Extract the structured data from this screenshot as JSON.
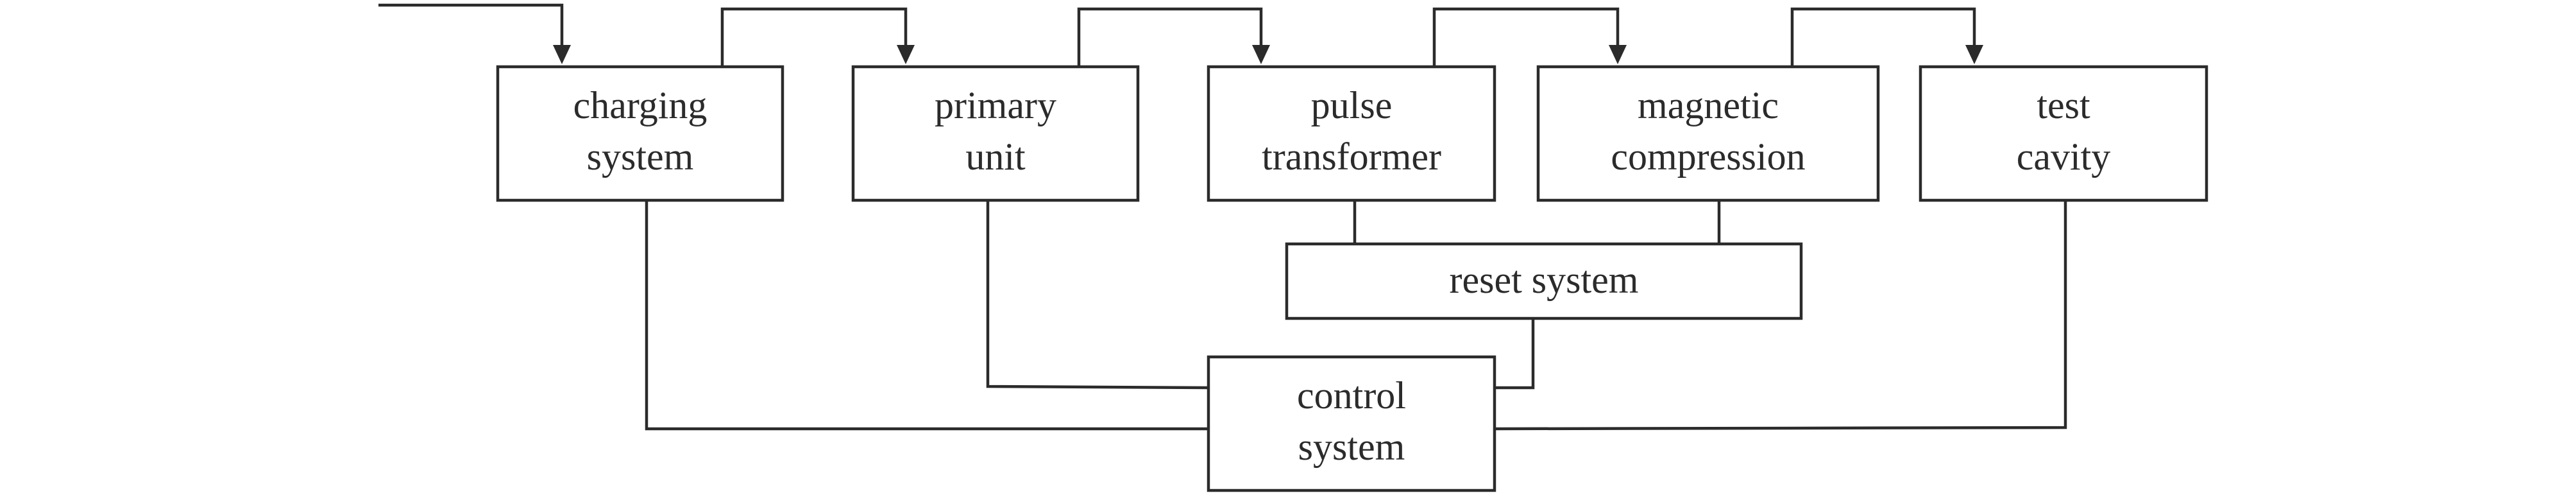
{
  "blocks": {
    "charging_system": {
      "line1": "charging",
      "line2": "system"
    },
    "primary_unit": {
      "line1": "primary",
      "line2": "unit"
    },
    "pulse_transformer": {
      "line1": "pulse",
      "line2": "transformer"
    },
    "magnetic_compression": {
      "line1": "magnetic",
      "line2": "compression"
    },
    "test_cavity": {
      "line1": "test",
      "line2": "cavity"
    },
    "reset_system": {
      "label": "reset system"
    },
    "control_system": {
      "line1": "control",
      "line2": "system"
    }
  },
  "colors": {
    "stroke": "#2b2b2b",
    "background": "#ffffff"
  }
}
